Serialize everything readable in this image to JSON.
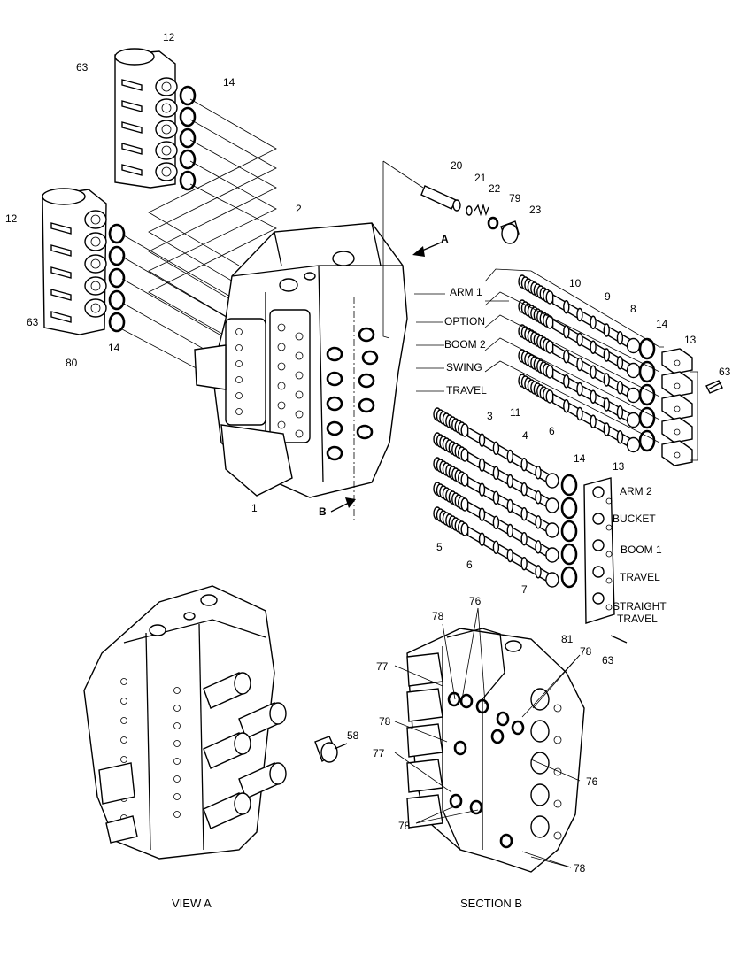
{
  "part_labels": {
    "p12a": "12",
    "p63a": "63",
    "p14a": "14",
    "p12b": "12",
    "p63b": "63",
    "p80": "80",
    "p14b": "14",
    "p2": "2",
    "p1": "1",
    "p20": "20",
    "p21": "21",
    "p22": "22",
    "p79": "79",
    "p23": "23",
    "p10": "10",
    "p9": "9",
    "p8": "8",
    "p14c": "14",
    "p13a": "13",
    "p63c": "63",
    "p3": "3",
    "p4": "4",
    "p11": "11",
    "p6a": "6",
    "p14d": "14",
    "p13b": "13",
    "p5": "5",
    "p6b": "6",
    "p7": "7",
    "p81": "81",
    "p63d": "63",
    "p58": "58",
    "p78a": "78",
    "p76a": "76",
    "p77a": "77",
    "p78b": "78",
    "p77b": "77",
    "p78c": "78",
    "p78d": "78",
    "p76b": "76",
    "p78e": "78"
  },
  "section_labels": {
    "arm1": "ARM 1",
    "option": "OPTION",
    "boom2": "BOOM 2",
    "swing": "SWING",
    "travel_upper": "TRAVEL",
    "arm2": "ARM 2",
    "bucket": "BUCKET",
    "boom1": "BOOM 1",
    "travel_lower": "TRAVEL",
    "straight": "STRAIGHT",
    "straight_travel": "TRAVEL"
  },
  "view_markers": {
    "a": "A",
    "b": "B"
  },
  "captions": {
    "view_a": "VIEW   A",
    "section_b": "SECTION   B"
  }
}
